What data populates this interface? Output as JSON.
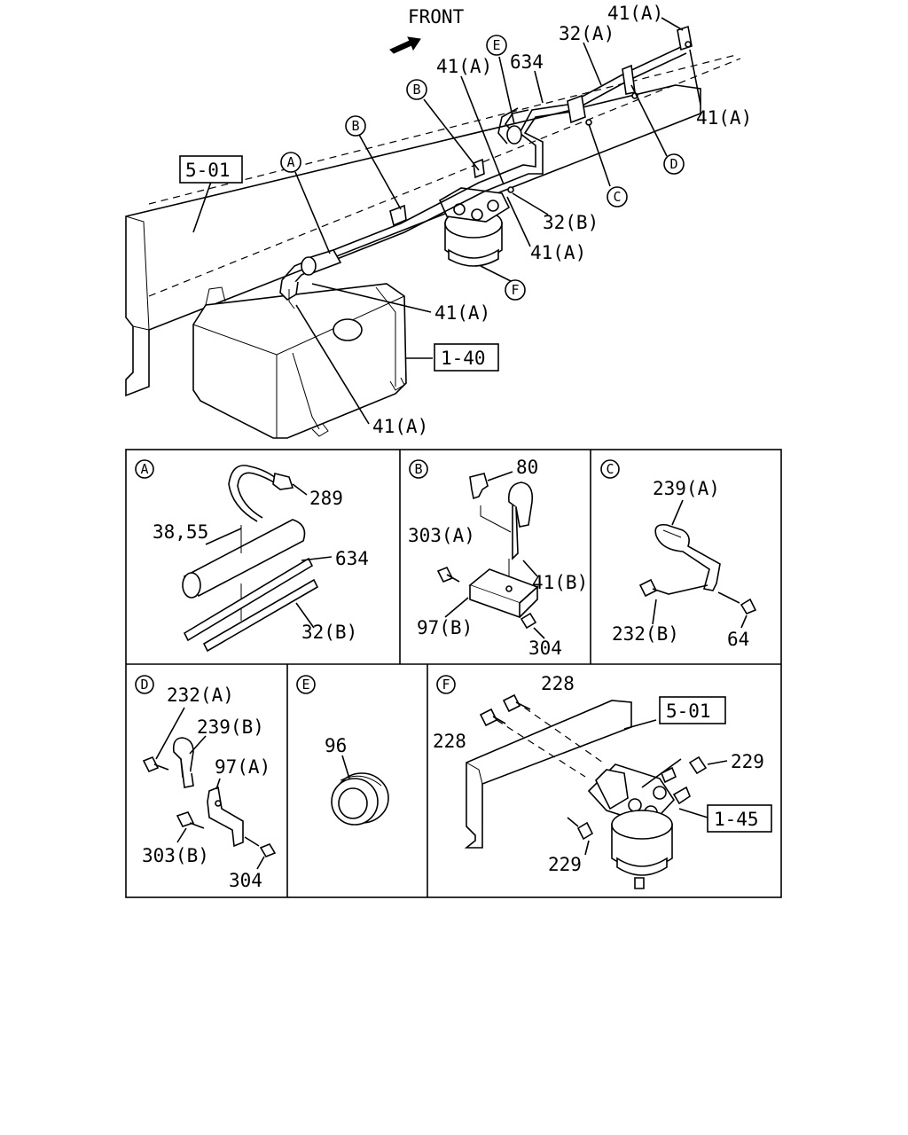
{
  "main": {
    "front_label": "FRONT",
    "boxed_refs": [
      "5-01",
      "1-40"
    ],
    "callouts": [
      "41(A)",
      "32(A)",
      "634",
      "41(A)",
      "41(A)",
      "32(B)",
      "41(A)",
      "41(A)",
      "41(A)"
    ],
    "detail_markers": [
      "E",
      "B",
      "B",
      "A",
      "C",
      "D",
      "F"
    ]
  },
  "panels": {
    "A": {
      "marker": "A",
      "labels": [
        "289",
        "38,55",
        "634",
        "32(B)"
      ]
    },
    "B": {
      "marker": "B",
      "labels": [
        "80",
        "303(A)",
        "41(B)",
        "97(B)",
        "304"
      ]
    },
    "C": {
      "marker": "C",
      "labels": [
        "239(A)",
        "232(B)",
        "64"
      ]
    },
    "D": {
      "marker": "D",
      "labels": [
        "232(A)",
        "239(B)",
        "97(A)",
        "303(B)",
        "304"
      ]
    },
    "E": {
      "marker": "E",
      "labels": [
        "96"
      ]
    },
    "F": {
      "marker": "F",
      "labels": [
        "228",
        "228",
        "229",
        "229"
      ],
      "boxed_refs": [
        "5-01",
        "1-45"
      ]
    }
  }
}
